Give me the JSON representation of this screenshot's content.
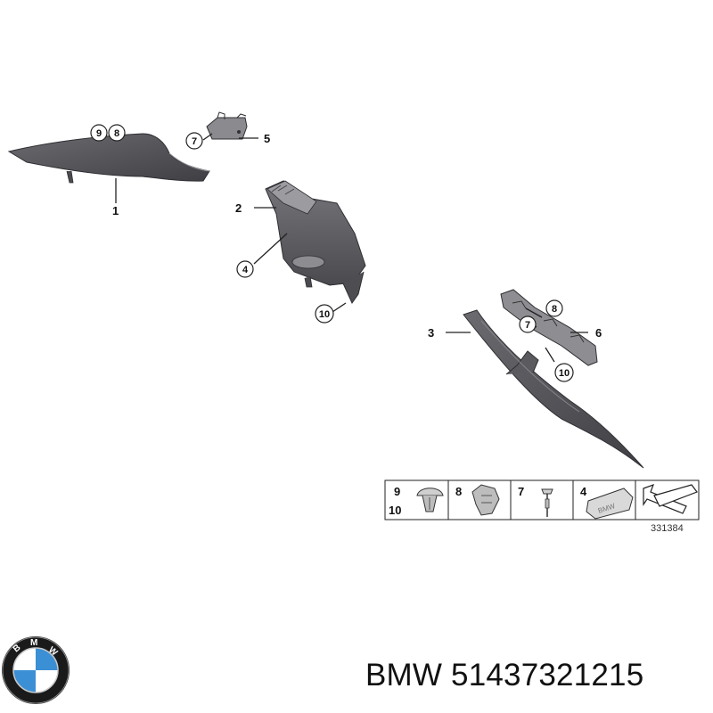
{
  "diagram": {
    "callouts": {
      "part1": "1",
      "part2": "2",
      "part3": "3",
      "part4": "4",
      "part5": "5",
      "part6": "6",
      "circle9": "9",
      "circle8a": "8",
      "circle7a": "7",
      "circle4": "4",
      "circle10a": "10",
      "circle8b": "8",
      "circle7b": "7",
      "circle10b": "10"
    },
    "legend": {
      "cell1_top": "9",
      "cell1_bottom": "10",
      "cell2": "8",
      "cell3": "7",
      "cell4": "4",
      "emblem_text": "BMW"
    },
    "diagram_id": "331384"
  },
  "footer": {
    "logo_text": "BMW",
    "caption": "BMW 51437321215"
  },
  "colors": {
    "part_fill": "#5d5d61",
    "part_edge": "#2f2f33",
    "line": "#222222",
    "logo_blue": "#3b8fd4",
    "logo_ring": "#1a1a1a"
  }
}
